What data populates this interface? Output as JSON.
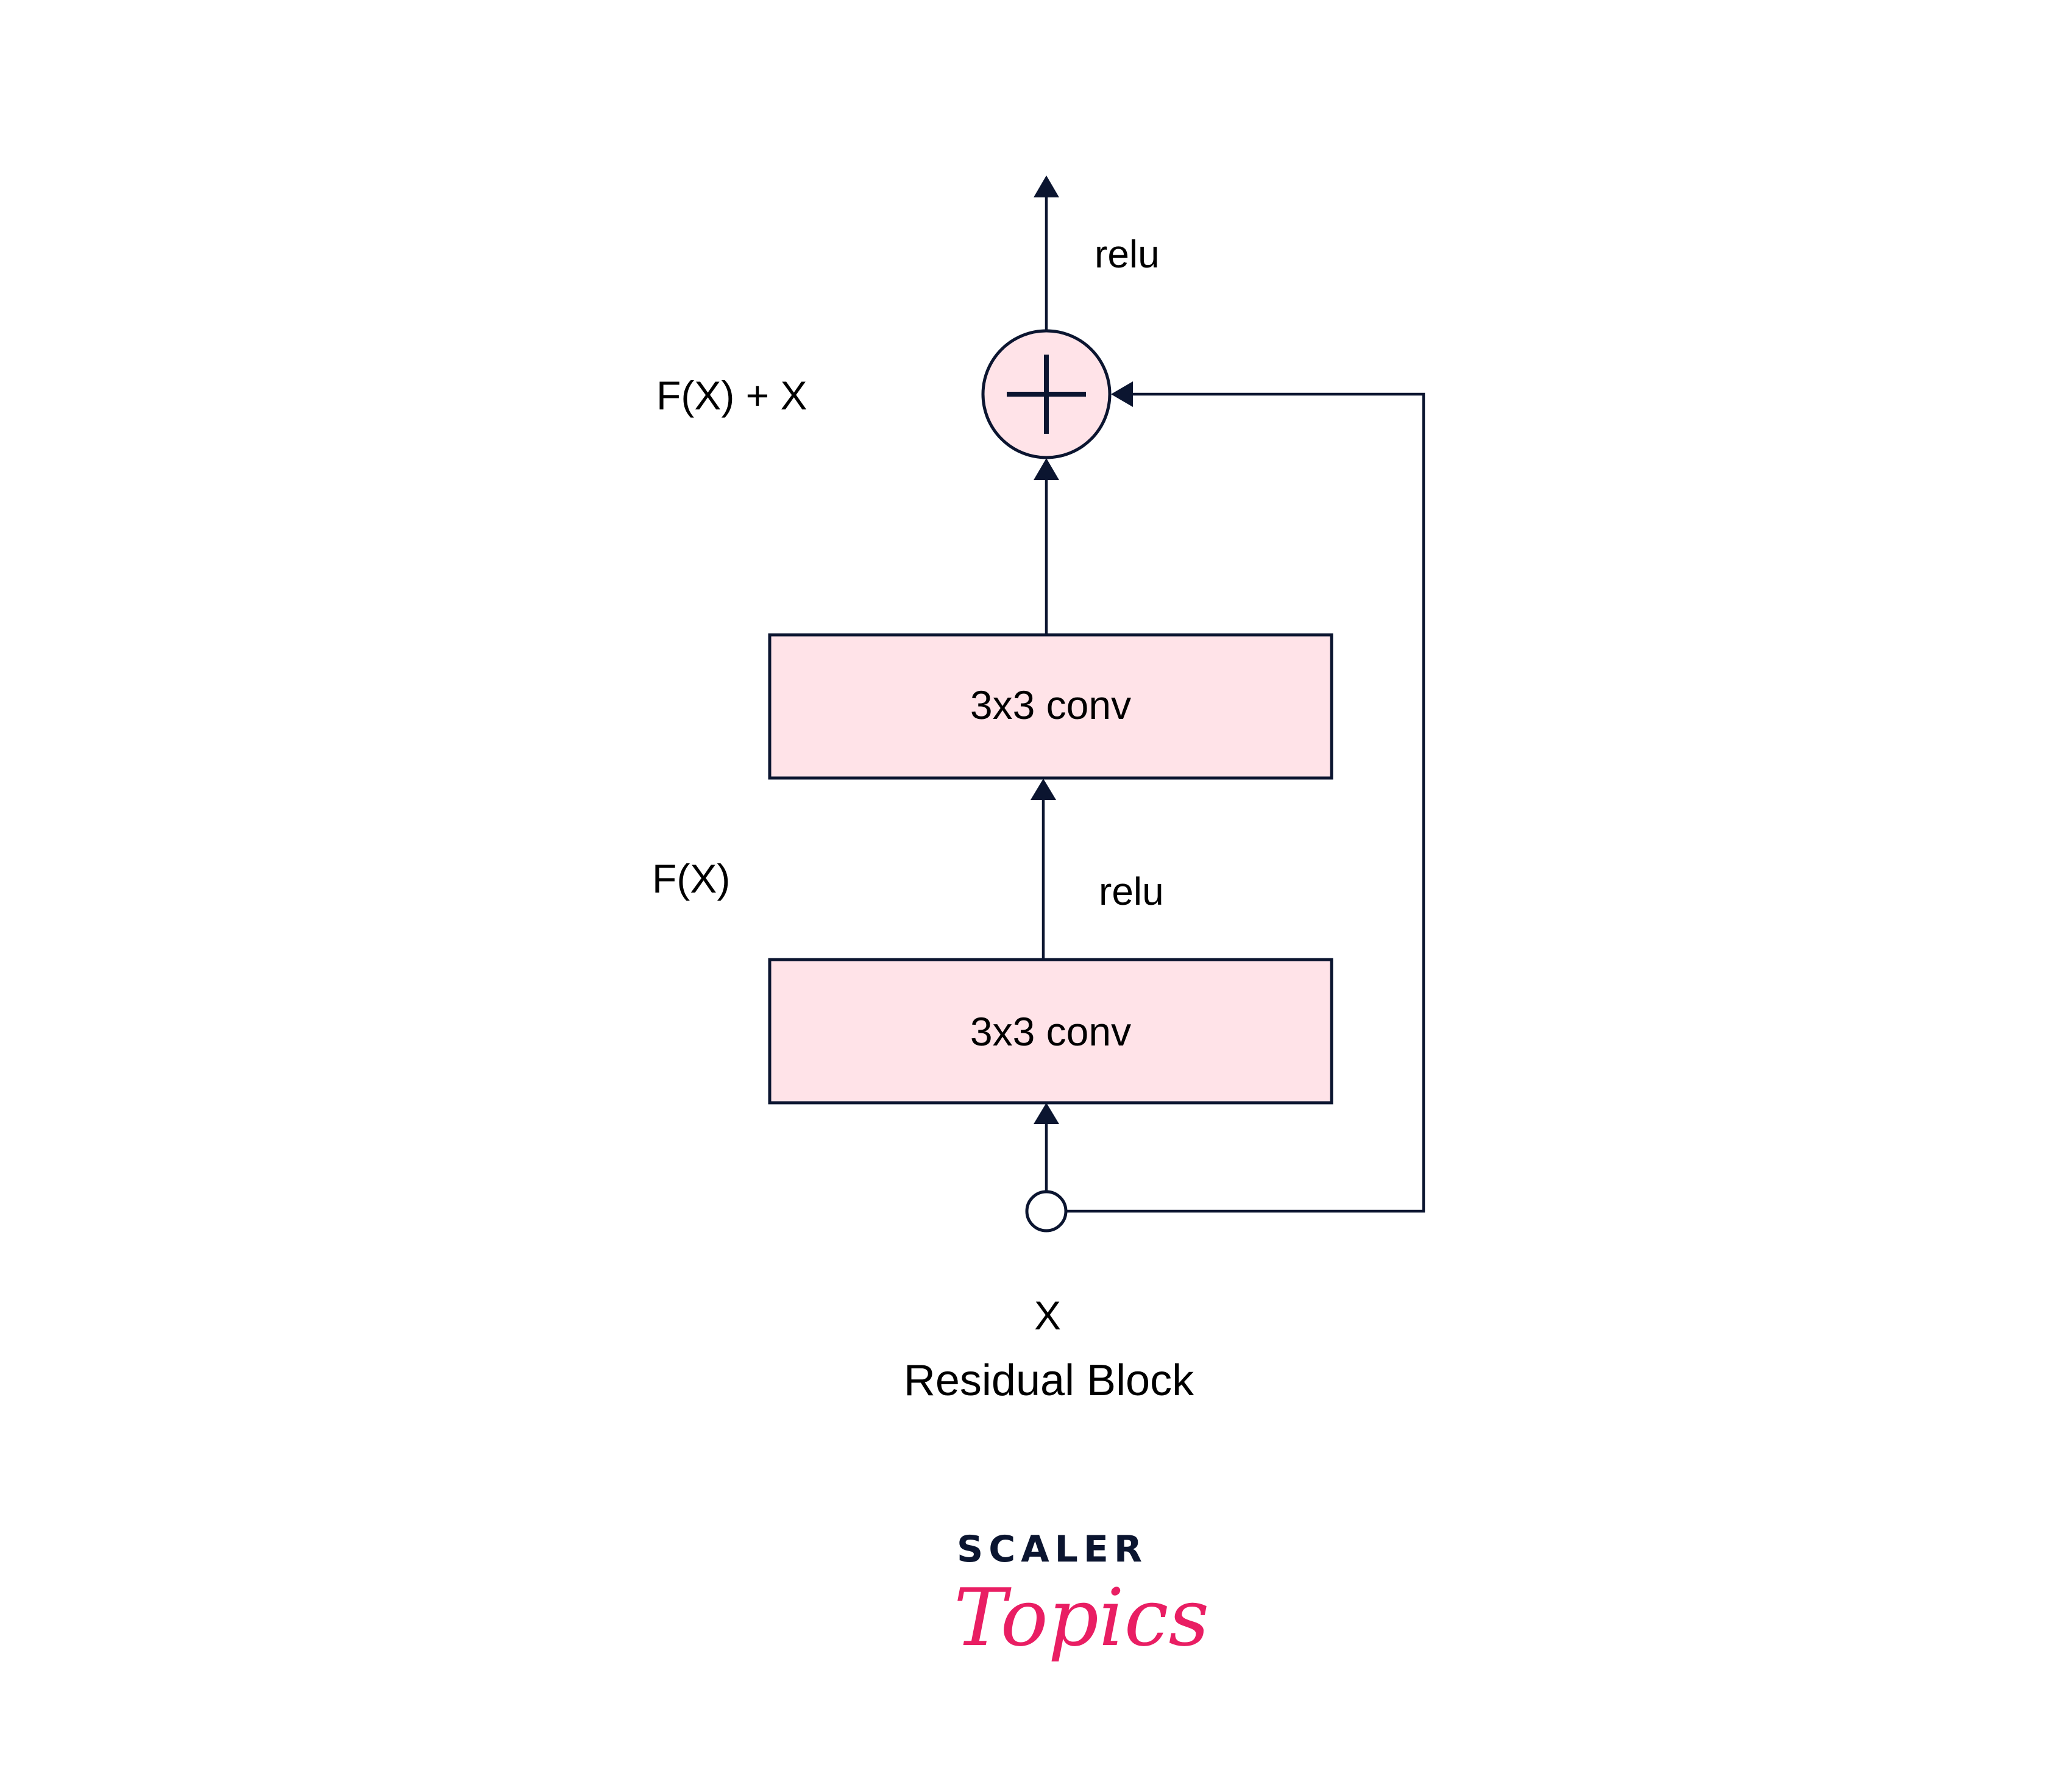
{
  "diagram": {
    "title": "Residual Block",
    "input_label": "X",
    "labels": {
      "sum_label": "F(X) + X",
      "residual_label": "F(X)",
      "output_activation": "relu",
      "inner_activation": "relu"
    },
    "nodes": [
      {
        "id": "conv2",
        "label": "3x3 conv"
      },
      {
        "id": "conv1",
        "label": "3x3 conv"
      }
    ],
    "sum_node": {
      "symbol": "+",
      "meaning": "element-wise addition"
    },
    "edges": [
      {
        "from": "input",
        "to": "conv1"
      },
      {
        "from": "conv1",
        "to": "conv2",
        "label": "relu"
      },
      {
        "from": "conv2",
        "to": "sum"
      },
      {
        "from": "input",
        "to": "sum",
        "kind": "skip-connection"
      },
      {
        "from": "sum",
        "to": "output",
        "label": "relu"
      }
    ],
    "colors": {
      "line": "#0b1530",
      "box_fill": "#ffe3e8",
      "brand_pink": "#e91e63"
    }
  },
  "brand": {
    "top": "SCALER",
    "bottom": "Topics"
  }
}
